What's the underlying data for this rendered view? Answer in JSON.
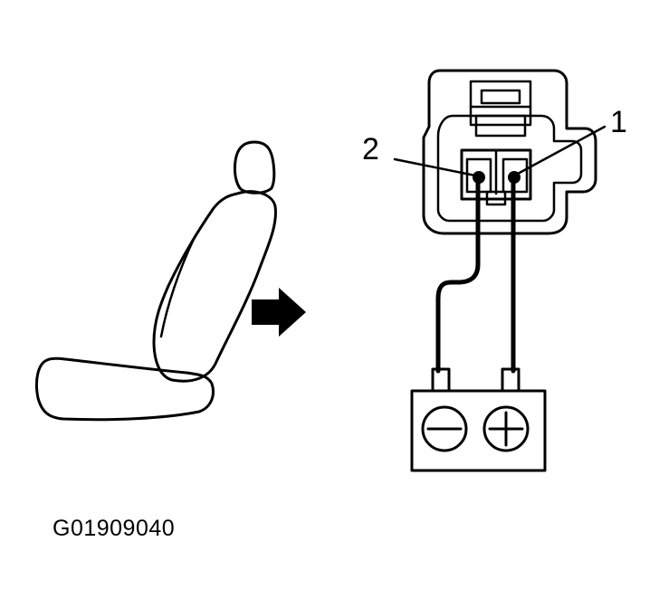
{
  "diagram": {
    "pin_labels": {
      "pin_1": "1",
      "pin_2": "2"
    },
    "figure_id": "G01909040",
    "icons": {
      "seat": "seat-icon",
      "arrow": "arrow-right-icon",
      "connector": "connector-icon",
      "battery": "battery-icon"
    },
    "colors": {
      "ink": "#000000",
      "background": "#ffffff"
    }
  }
}
